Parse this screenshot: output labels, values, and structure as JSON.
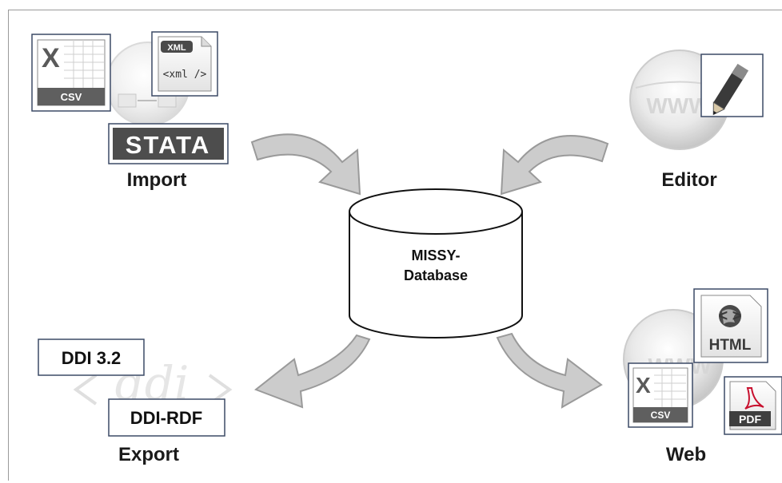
{
  "database": {
    "line1": "MISSY-",
    "line2": "Database"
  },
  "import": {
    "label": "Import",
    "icons": {
      "excel_csv_caption": "CSV",
      "xml_badge": "XML",
      "xml_tag": "<xml />",
      "stata_logo": "STATA"
    }
  },
  "editor": {
    "label": "Editor",
    "globe_text": "WWW"
  },
  "export": {
    "label": "Export",
    "ddi32": "DDI 3.2",
    "ddirdf": "DDI-RDF",
    "watermark": "ddi"
  },
  "web": {
    "label": "Web",
    "globe_text": "WWW",
    "icons": {
      "html_caption": "HTML",
      "html_brackets": "<  >",
      "csv_caption": "CSV",
      "pdf_caption": "PDF"
    }
  },
  "colors": {
    "arrow_fill": "#cccccc",
    "arrow_stroke": "#9a9a9a",
    "icon_border": "#3c4a66",
    "dark_gray": "#4a4a4a",
    "pdf_red": "#c8102e"
  }
}
